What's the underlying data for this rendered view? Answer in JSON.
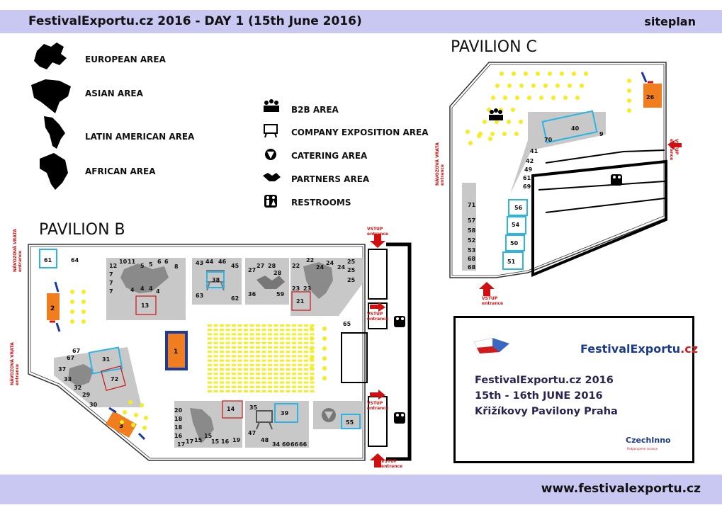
{
  "header": {
    "title": "FestivalExportu.cz 2016 - DAY 1 (15th June 2016)",
    "right": "siteplan"
  },
  "footer": {
    "url": "www.festivalexportu.cz"
  },
  "legend_regions": [
    {
      "label": "EUROPEAN AREA",
      "icon": "europe-icon"
    },
    {
      "label": "ASIAN AREA",
      "icon": "asia-icon"
    },
    {
      "label": "LATIN AMERICAN AREA",
      "icon": "latin-america-icon"
    },
    {
      "label": "AFRICAN AREA",
      "icon": "africa-icon"
    }
  ],
  "legend_areas": [
    {
      "label": "B2B AREA",
      "icon": "b2b-meeting-icon"
    },
    {
      "label": "COMPANY EXPOSITION AREA",
      "icon": "presentation-icon"
    },
    {
      "label": "CATERING AREA",
      "icon": "catering-icon"
    },
    {
      "label": "PARTNERS AREA",
      "icon": "handshake-icon"
    },
    {
      "label": "RESTROOMS",
      "icon": "restroom-icon"
    }
  ],
  "pavilion_b": {
    "title": "PAVILION B",
    "stands": [
      "1",
      "2",
      "3",
      "4",
      "5",
      "6",
      "7",
      "8",
      "10",
      "11",
      "12",
      "13",
      "14",
      "15",
      "16",
      "17",
      "18",
      "19",
      "20",
      "21",
      "22",
      "23",
      "24",
      "25",
      "27",
      "28",
      "29",
      "30",
      "31",
      "32",
      "33",
      "34",
      "35",
      "36",
      "37",
      "38",
      "39",
      "43",
      "44",
      "45",
      "46",
      "47",
      "48",
      "55",
      "59",
      "60",
      "61",
      "62",
      "63",
      "64",
      "65",
      "66",
      "67",
      "72"
    ]
  },
  "pavilion_c": {
    "title": "PAVILION C",
    "stands": [
      "9",
      "26",
      "40",
      "41",
      "42",
      "49",
      "50",
      "51",
      "52",
      "53",
      "54",
      "56",
      "57",
      "58",
      "61",
      "68",
      "69",
      "70",
      "71"
    ]
  },
  "entrances": {
    "vstup": "VSTUP",
    "vstup_sub": "entrance",
    "gate": "NÁVOZOVÁ VRATA",
    "gate_sub": "entrance"
  },
  "info": {
    "logo_a": "FestivalExportu",
    "logo_b": ".cz",
    "line1": "FestivalExportu.cz 2016",
    "line2": "15th - 16th JUNE 2016",
    "line3": "Křižíkovy Pavilony Praha",
    "partner": "CzechInno",
    "partner_sub": "Podporujeme inovace"
  },
  "colors": {
    "header_bar": "#c9c8f2",
    "stand_gray": "#c8c8c8",
    "stand_blue": "#29b6e6",
    "seat_yellow": "#f5ee1c",
    "stage_orange": "#f07d1e",
    "accent_red": "#d01010",
    "stand_blue_dark": "#1a3a8c"
  }
}
